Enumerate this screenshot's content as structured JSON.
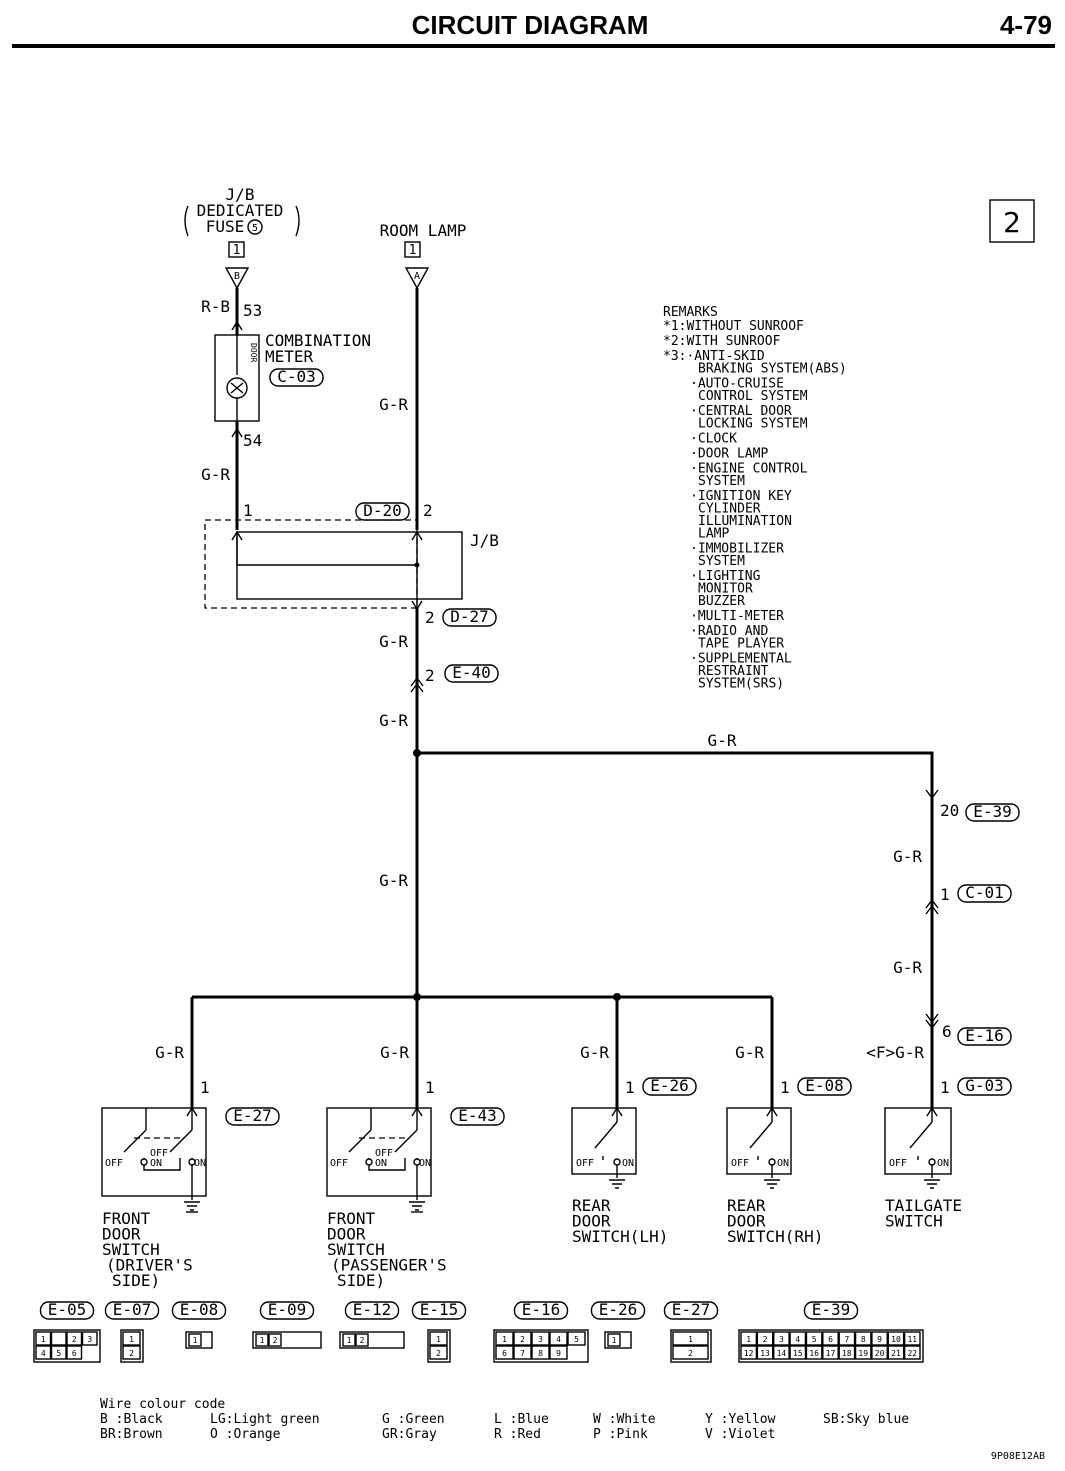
{
  "header": {
    "title": "CIRCUIT DIAGRAM",
    "page": "4-79"
  },
  "sheet_number": "2",
  "top_sources": {
    "jb_label": "J/B",
    "jb_sub1": "DEDICATED",
    "jb_sub2": "FUSE",
    "fuse_number": "5",
    "jb_pin": "1",
    "jb_connector": "B",
    "room_lamp_label": "ROOM LAMP",
    "room_lamp_pin": "1",
    "room_lamp_connector": "A"
  },
  "combination_meter": {
    "name_line1": "COMBINATION",
    "name_line2": "METER",
    "connector": "C-03",
    "inner_label": "DOOR",
    "pin_top": "53",
    "pin_bottom": "54",
    "wire_top": "R-B",
    "wire_bottom": "G-R"
  },
  "junction_block": {
    "label": "J/B",
    "pin_left": "1",
    "pin_right": "2",
    "connector_top": "D-20",
    "pin_out": "2",
    "connector_out": "D-27"
  },
  "wires": {
    "main_upper": "G-R",
    "between_d27_e40": "G-R",
    "e40_pin": "2",
    "e40_connector": "E-40",
    "below_e40": "G-R",
    "trunk": "G-R",
    "branch_right": "G-R",
    "e39_pin": "20",
    "e39_connector": "E-39",
    "right_mid": "G-R",
    "c01_pin": "1",
    "c01_connector": "C-01",
    "right_lower": "G-R",
    "e16_pin": "6",
    "e16_connector": "E-16"
  },
  "remarks": {
    "title": "REMARKS",
    "lines": [
      "*1:WITHOUT SUNROOF",
      "*2:WITH SUNROOF",
      "*3:·ANTI-SKID",
      "BRAKING SYSTEM(ABS)",
      "·AUTO-CRUISE",
      "CONTROL SYSTEM",
      "·CENTRAL DOOR",
      "LOCKING SYSTEM",
      "·CLOCK",
      "·DOOR LAMP",
      "·ENGINE CONTROL",
      "SYSTEM",
      "·IGNITION KEY",
      "CYLINDER",
      "ILLUMINATION",
      "LAMP",
      "·IMMOBILIZER",
      "SYSTEM",
      "·LIGHTING",
      "MONITOR",
      "BUZZER",
      "·MULTI-METER",
      "·RADIO AND",
      "TAPE PLAYER",
      "·SUPPLEMENTAL",
      "RESTRAINT",
      "SYSTEM(SRS)"
    ]
  },
  "switches": [
    {
      "wire": "G-R",
      "pin": "1",
      "connector": "E-27",
      "name": [
        "FRONT",
        "DOOR",
        "SWITCH",
        "(DRIVER'S",
        "SIDE)"
      ],
      "dual": true
    },
    {
      "wire": "G-R",
      "pin": "1",
      "connector": "E-43",
      "name": [
        "FRONT",
        "DOOR",
        "SWITCH",
        "(PASSENGER'S",
        "SIDE)"
      ],
      "dual": true
    },
    {
      "wire": "G-R",
      "pin": "1",
      "connector": "E-26",
      "name": [
        "REAR",
        "DOOR",
        "SWITCH(LH)"
      ],
      "dual": false
    },
    {
      "wire": "G-R",
      "pin": "1",
      "connector": "E-08",
      "name": [
        "REAR",
        "DOOR",
        "SWITCH(RH)"
      ],
      "dual": false
    },
    {
      "wire": "<F>G-R",
      "pin": "1",
      "connector": "G-03",
      "name": [
        "TAILGATE",
        "SWITCH"
      ],
      "dual": false
    }
  ],
  "switch_states": {
    "off": "OFF",
    "on": "ON"
  },
  "connector_views": [
    {
      "id": "E-05",
      "pins": [
        "1",
        "",
        "2",
        "3",
        "4",
        "5",
        "6"
      ]
    },
    {
      "id": "E-07",
      "pins": [
        "1",
        "2"
      ]
    },
    {
      "id": "E-08",
      "pins": [
        "1"
      ]
    },
    {
      "id": "E-09",
      "pins": [
        "1",
        "2"
      ]
    },
    {
      "id": "E-12",
      "pins": [
        "1",
        "2"
      ]
    },
    {
      "id": "E-15",
      "pins": [
        "1",
        "2"
      ]
    },
    {
      "id": "E-16",
      "pins": [
        "1",
        "2",
        "3",
        "4",
        "5",
        "6",
        "7",
        "8",
        "9"
      ]
    },
    {
      "id": "E-26",
      "pins": [
        "1"
      ]
    },
    {
      "id": "E-27",
      "pins": [
        "1",
        "2"
      ]
    },
    {
      "id": "E-39",
      "pins": [
        "1",
        "2",
        "3",
        "4",
        "5",
        "6",
        "7",
        "8",
        "9",
        "10",
        "11",
        "12",
        "13",
        "14",
        "15",
        "16",
        "17",
        "18",
        "19",
        "20",
        "21",
        "22"
      ]
    }
  ],
  "wire_colour_code": {
    "title": "Wire colour code",
    "rows": [
      [
        "B :Black",
        "LG:Light green",
        "G :Green",
        "L :Blue",
        "W :White",
        "Y :Yellow",
        "SB:Sky blue"
      ],
      [
        "BR:Brown",
        "O :Orange",
        "GR:Gray",
        "R :Red",
        "P :Pink",
        "V :Violet",
        ""
      ]
    ]
  },
  "doc_code": "9P08E12AB"
}
